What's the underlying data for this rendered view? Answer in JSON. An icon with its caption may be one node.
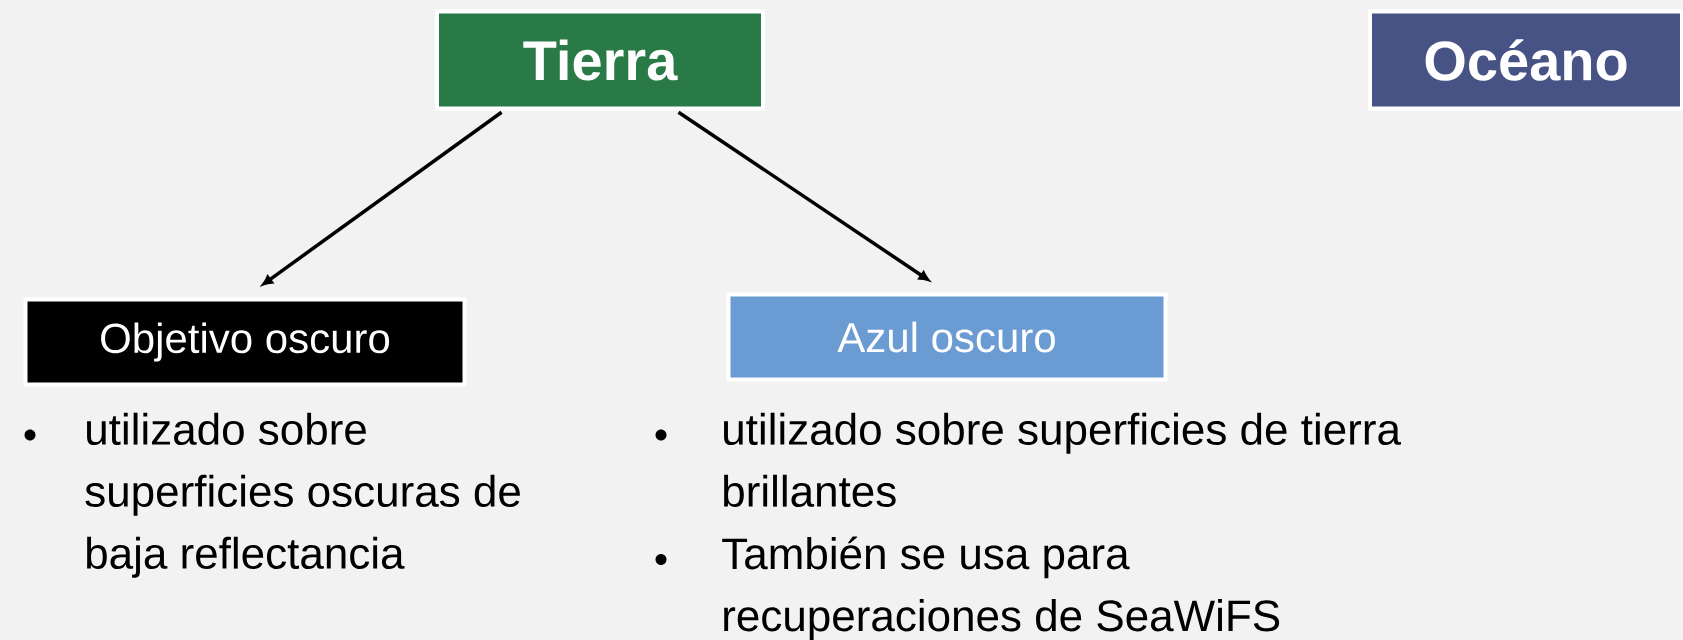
{
  "diagram": {
    "nodes": [
      {
        "text": [
          "Tierra"
        ]
      },
      {
        "text": [
          "Océano"
        ]
      },
      {
        "text": [
          "Objetivo oscuro"
        ],
        "beside": [
          "utilizado sobre superficies oscuras de baja reflectancia"
        ]
      },
      {
        "text": [
          "Azul oscuro"
        ],
        "beside": [
          "utilizado sobre superficies de tierra brillantes",
          "También se usa para recuperaciones de SeaWiFS"
        ]
      }
    ],
    "edges": [
      {
        "from": 0,
        "to": 2,
        "arrow": "to"
      },
      {
        "from": 0,
        "to": 3,
        "arrow": "to"
      }
    ]
  }
}
